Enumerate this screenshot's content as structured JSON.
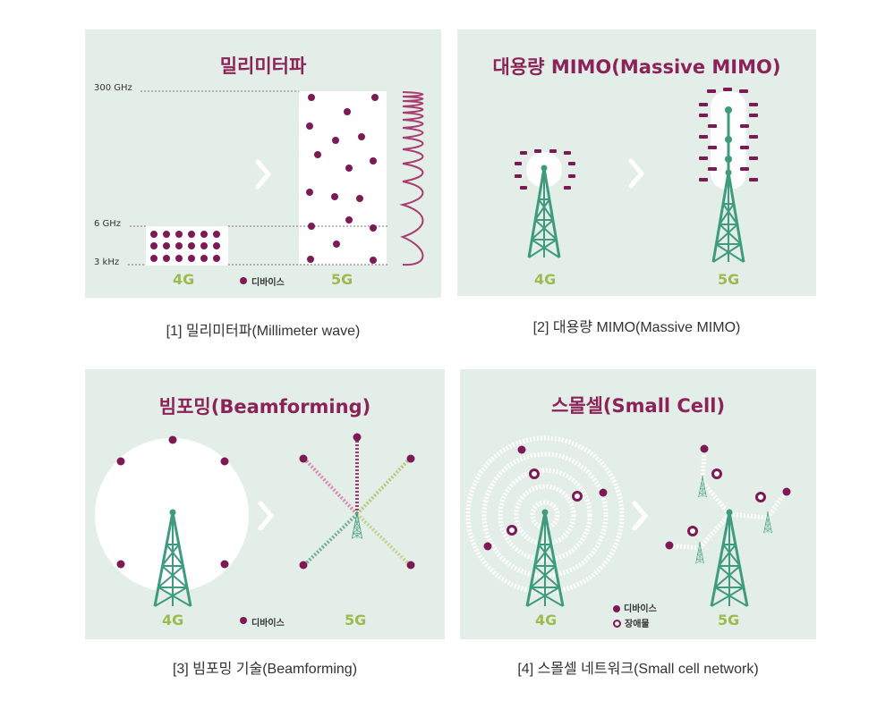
{
  "panels": [
    {
      "title": "밀리미터파",
      "caption": "[1] 밀리미터파(Millimeter wave)",
      "left_gen": "4G",
      "right_gen": "5G",
      "legend_device": "디바이스",
      "freq_labels": [
        "300 GHz",
        "6 GHz",
        "3 kHz"
      ]
    },
    {
      "title": "대용량 MIMO(Massive MIMO)",
      "caption": "[2] 대용량 MIMO(Massive MIMO)",
      "left_gen": "4G",
      "right_gen": "5G"
    },
    {
      "title": "빔포밍(Beamforming)",
      "caption": "[3] 빔포밍 기술(Beamforming)",
      "left_gen": "4G",
      "right_gen": "5G",
      "legend_device": "디바이스"
    },
    {
      "title": "스몰셀(Small Cell)",
      "caption": "[4] 스몰셀 네트워크(Small cell network)",
      "left_gen": "4G",
      "right_gen": "5G",
      "legend_device": "디바이스",
      "legend_obstacle": "장애물"
    }
  ],
  "colors": {
    "panel_bg": "#e4eee9",
    "title": "#8b2358",
    "device": "#7d1a55",
    "tower": "#3f9b7d",
    "gen_label": "#9bbb4d",
    "arrow": "#ffffff"
  },
  "icons": [
    "tower-icon",
    "device-dot-icon",
    "obstacle-ring-icon",
    "arrow-right-icon",
    "wave-icon"
  ]
}
